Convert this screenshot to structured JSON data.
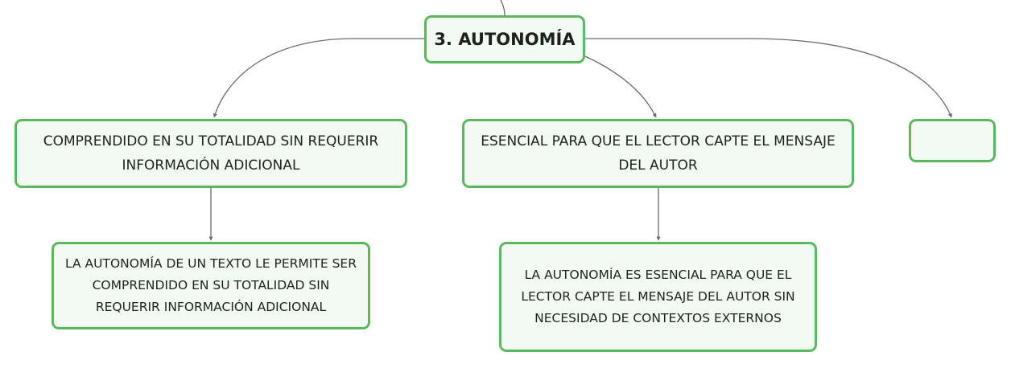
{
  "root": {
    "label": "3. AUTONOMÍA"
  },
  "branches": [
    {
      "label": "COMPRENDIDO EN SU TOTALIDAD SIN REQUERIR INFORMACIÓN ADICIONAL",
      "child": "LA AUTONOMÍA DE UN TEXTO LE PERMITE SER COMPRENDIDO EN SU TOTALIDAD SIN REQUERIR INFORMACIÓN ADICIONAL"
    },
    {
      "label": "ESENCIAL PARA QUE EL LECTOR CAPTE EL MENSAJE DEL AUTOR",
      "child": "LA AUTONOMÍA ES ESENCIAL PARA QUE EL LECTOR CAPTE EL MENSAJE DEL AUTOR SIN NECESIDAD DE CONTEXTOS EXTERNOS"
    },
    {
      "label": ""
    }
  ],
  "colors": {
    "node_border": "#5cb85c",
    "node_fill": "#f3faf3",
    "connector": "#6b6b6b"
  }
}
